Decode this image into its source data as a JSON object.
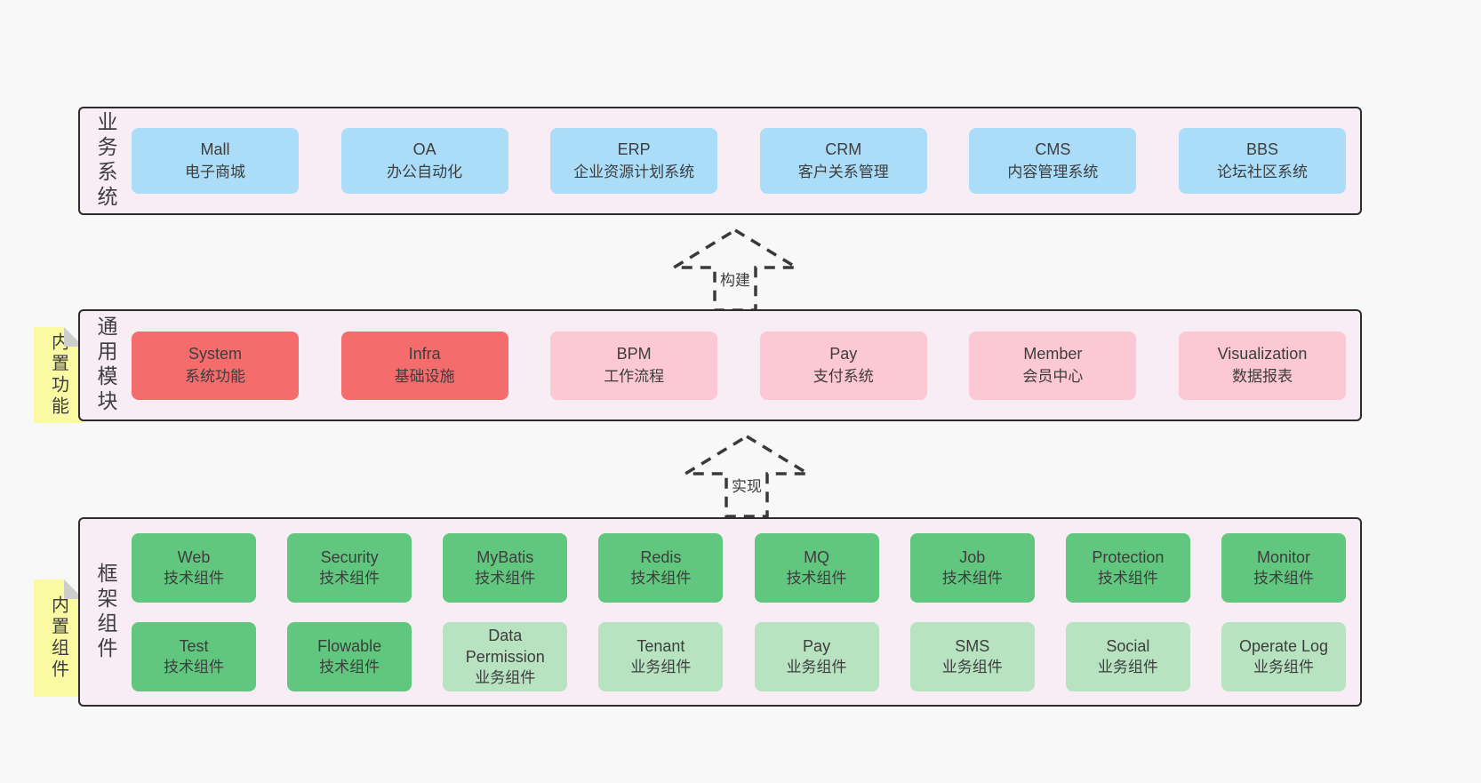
{
  "diagram": {
    "bands": [
      {
        "id": "business",
        "label": "业务系统",
        "sticky": null,
        "rows": [
          [
            {
              "en": "Mall",
              "zh": "电子商城",
              "variant": "blue"
            },
            {
              "en": "OA",
              "zh": "办公自动化",
              "variant": "blue"
            },
            {
              "en": "ERP",
              "zh": "企业资源计划系统",
              "variant": "blue"
            },
            {
              "en": "CRM",
              "zh": "客户关系管理",
              "variant": "blue"
            },
            {
              "en": "CMS",
              "zh": "内容管理系统",
              "variant": "blue"
            },
            {
              "en": "BBS",
              "zh": "论坛社区系统",
              "variant": "blue"
            }
          ]
        ]
      },
      {
        "id": "modules",
        "label": "通用模块",
        "sticky": "内置功能",
        "rows": [
          [
            {
              "en": "System",
              "zh": "系统功能",
              "variant": "red"
            },
            {
              "en": "Infra",
              "zh": "基础设施",
              "variant": "red"
            },
            {
              "en": "BPM",
              "zh": "工作流程",
              "variant": "pink"
            },
            {
              "en": "Pay",
              "zh": "支付系统",
              "variant": "pink"
            },
            {
              "en": "Member",
              "zh": "会员中心",
              "variant": "pink"
            },
            {
              "en": "Visualization",
              "zh": "数据报表",
              "variant": "pink"
            }
          ]
        ]
      },
      {
        "id": "components",
        "label": "框架组件",
        "sticky": "内置组件",
        "rows": [
          [
            {
              "en": "Web",
              "zh": "技术组件",
              "variant": "green"
            },
            {
              "en": "Security",
              "zh": "技术组件",
              "variant": "green"
            },
            {
              "en": "MyBatis",
              "zh": "技术组件",
              "variant": "green"
            },
            {
              "en": "Redis",
              "zh": "技术组件",
              "variant": "green"
            },
            {
              "en": "MQ",
              "zh": "技术组件",
              "variant": "green"
            },
            {
              "en": "Job",
              "zh": "技术组件",
              "variant": "green"
            },
            {
              "en": "Protection",
              "zh": "技术组件",
              "variant": "green"
            },
            {
              "en": "Monitor",
              "zh": "技术组件",
              "variant": "green"
            }
          ],
          [
            {
              "en": "Test",
              "zh": "技术组件",
              "variant": "green"
            },
            {
              "en": "Flowable",
              "zh": "技术组件",
              "variant": "green"
            },
            {
              "en": "Data Permission",
              "zh": "业务组件",
              "variant": "lightgreen"
            },
            {
              "en": "Tenant",
              "zh": "业务组件",
              "variant": "lightgreen"
            },
            {
              "en": "Pay",
              "zh": "业务组件",
              "variant": "lightgreen"
            },
            {
              "en": "SMS",
              "zh": "业务组件",
              "variant": "lightgreen"
            },
            {
              "en": "Social",
              "zh": "业务组件",
              "variant": "lightgreen"
            },
            {
              "en": "Operate Log",
              "zh": "业务组件",
              "variant": "lightgreen"
            }
          ]
        ]
      }
    ],
    "arrows": [
      {
        "label": "构建"
      },
      {
        "label": "实现"
      }
    ],
    "colors": {
      "page_bg": "#f8f8f8",
      "band_bg": "#f8edf5",
      "band_border": "#2d2d2d",
      "blue": "#abdcf8",
      "red": "#f56c6c",
      "pink": "#fbc8d3",
      "green": "#61c77e",
      "lightgreen": "#b8e3c0",
      "sticky_yellow": "#fafaa3",
      "sticky_fold": "#cdcdcd",
      "text": "#3d3d3d",
      "arrow_stroke": "#3a3a3a"
    }
  }
}
